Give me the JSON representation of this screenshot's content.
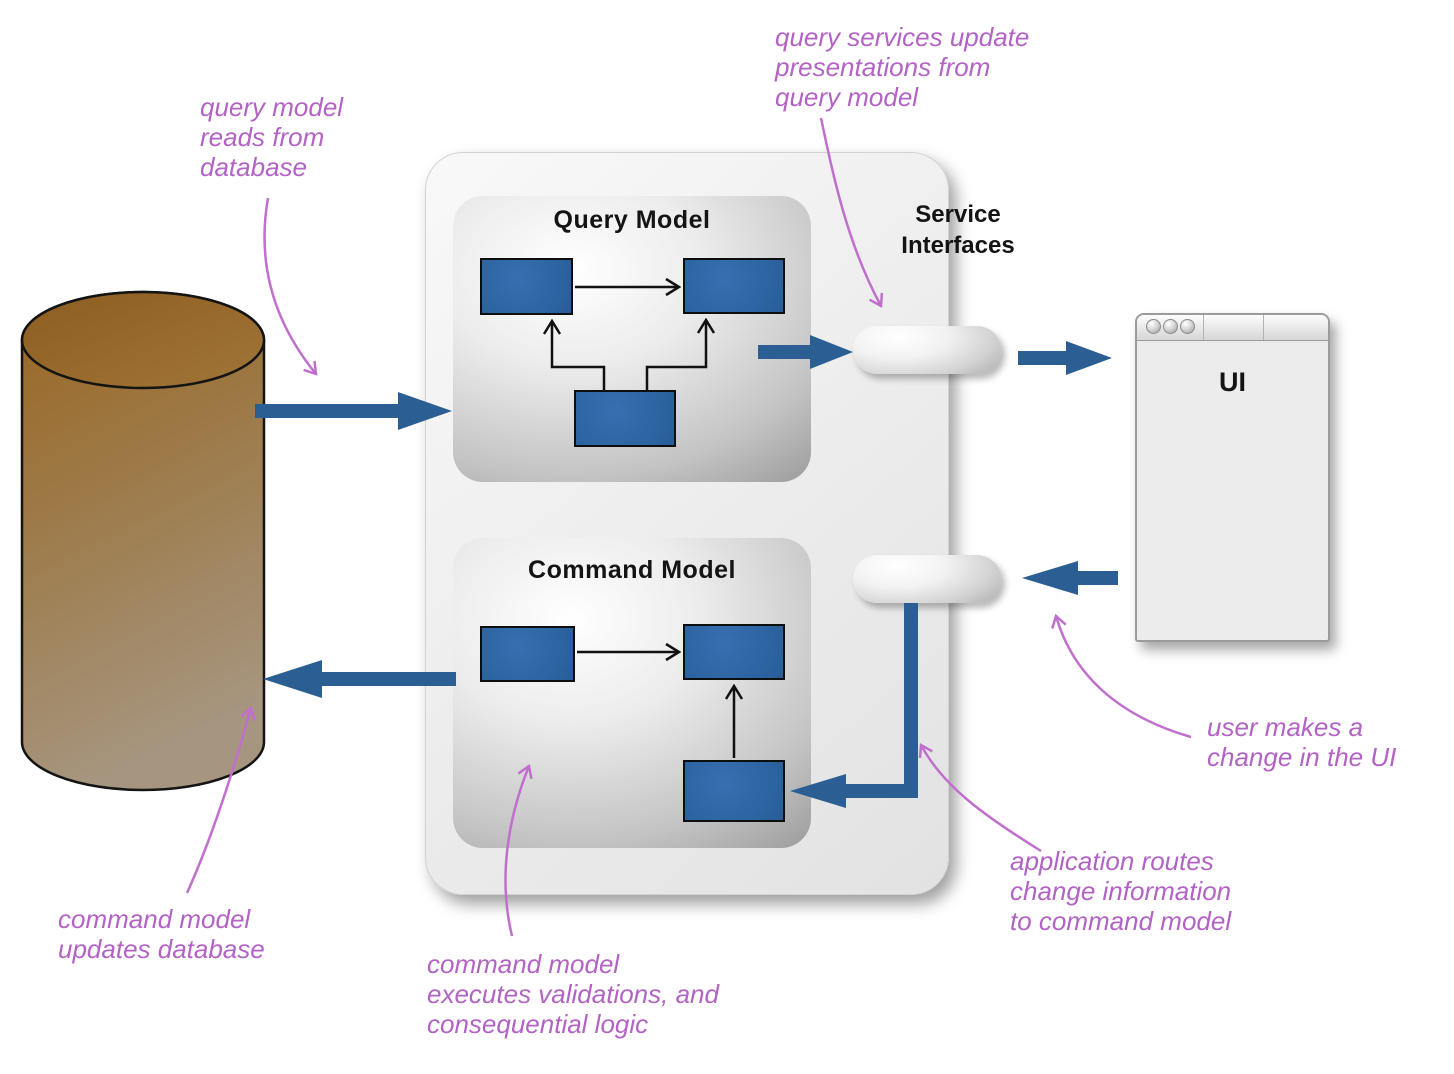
{
  "titles": {
    "query_model": "Query Model",
    "command_model": "Command Model",
    "service_interfaces": [
      "Service",
      "Interfaces"
    ],
    "ui": "UI"
  },
  "annotations": {
    "query_reads": [
      "query model",
      "reads from",
      "database"
    ],
    "query_services": [
      "query services update",
      "presentations from",
      "query model"
    ],
    "user_change": [
      "user makes a",
      "change in the UI"
    ],
    "app_routes": [
      "application routes",
      "change information",
      "to command model"
    ],
    "cmd_updates": [
      "command model",
      "updates database"
    ],
    "cmd_executes": [
      "command model",
      "executes validations, and",
      "consequential logic"
    ]
  },
  "colors": {
    "arrow_blue": "#2b5e92",
    "box_blue": "#2c64a1",
    "annotation_pink": "#b263c4",
    "curve_pink": "#c06fcd",
    "database_brown_top": "#9c6a28",
    "database_brown_bottom": "#a5937f"
  }
}
